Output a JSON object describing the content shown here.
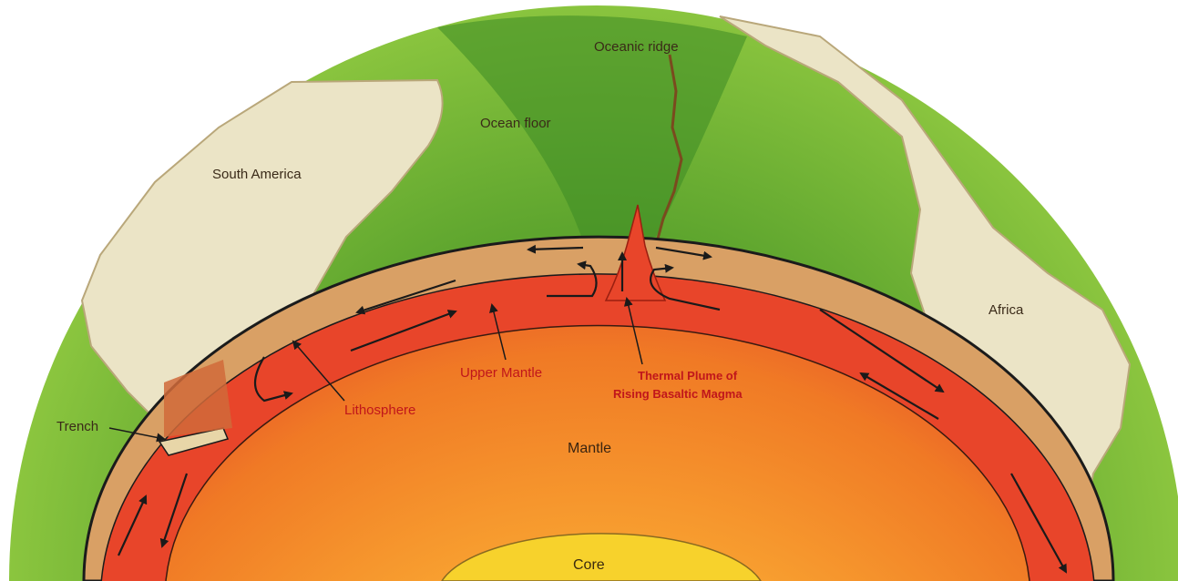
{
  "labels": {
    "oceanic_ridge": "Oceanic ridge",
    "ocean_floor": "Ocean floor",
    "south_america": "South America",
    "africa": "Africa",
    "trench": "Trench",
    "lithosphere": "Lithosphere",
    "upper_mantle": "Upper Mantle",
    "thermal_plume_line1": "Thermal Plume of",
    "thermal_plume_line2": "Rising Basaltic Magma",
    "mantle": "Mantle",
    "core": "Core"
  },
  "colors": {
    "ocean": "#7cbf3a",
    "ocean_dark": "#3f8a22",
    "land": "#e9e3c4",
    "lithosphere": "#d9a065",
    "upper_mantle": "#e8452a",
    "mantle": "#f38a28",
    "core": "#f7d22c",
    "arrow": "#1a1a1a",
    "label_red": "#c0161b"
  }
}
